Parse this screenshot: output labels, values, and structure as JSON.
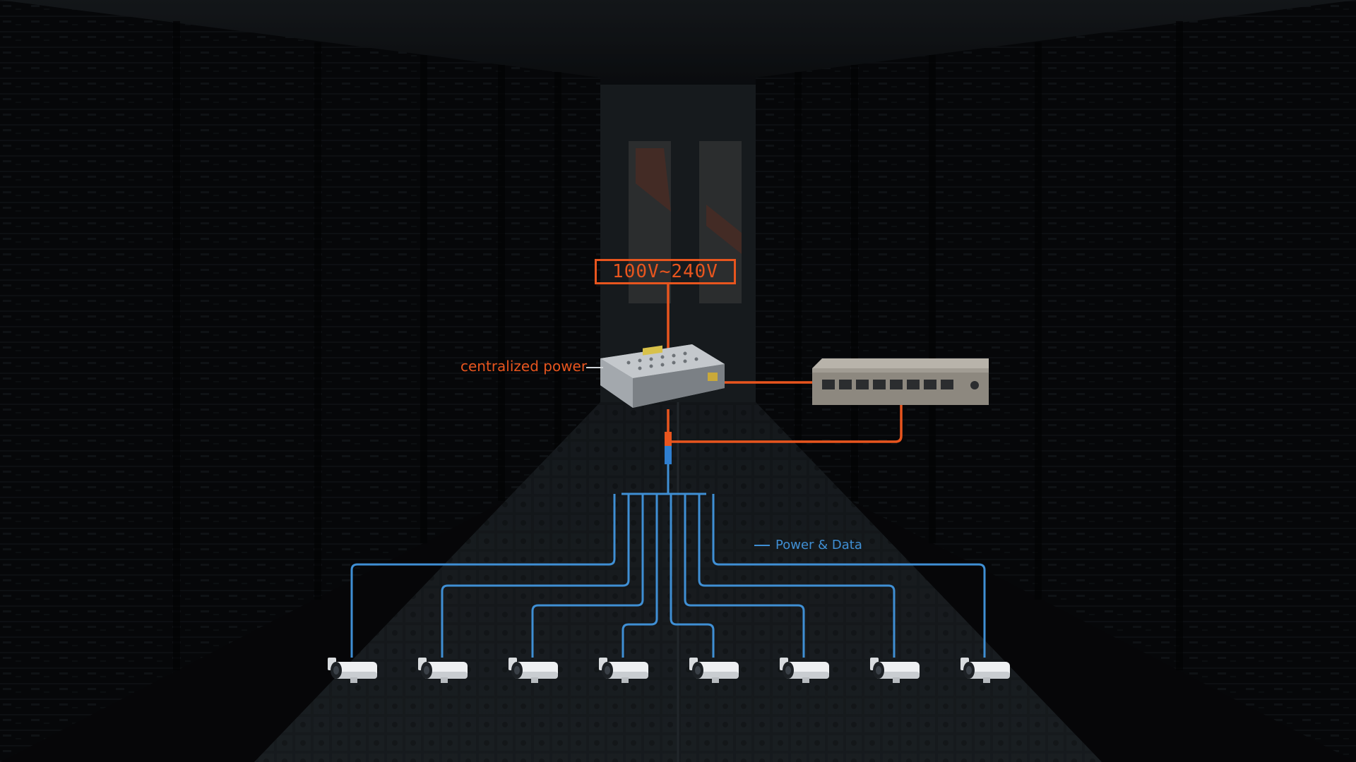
{
  "diagram": {
    "voltage_label": "100V~240V",
    "power_supply_label": "centralized power",
    "legend_label": "Power & Data",
    "camera_count": 8,
    "colors": {
      "power": "#e8551e",
      "data": "#3f8fd4",
      "background": "#07090b"
    },
    "icons": [
      "power-supply-icon",
      "network-switch-icon",
      "cctv-camera-icon"
    ]
  }
}
